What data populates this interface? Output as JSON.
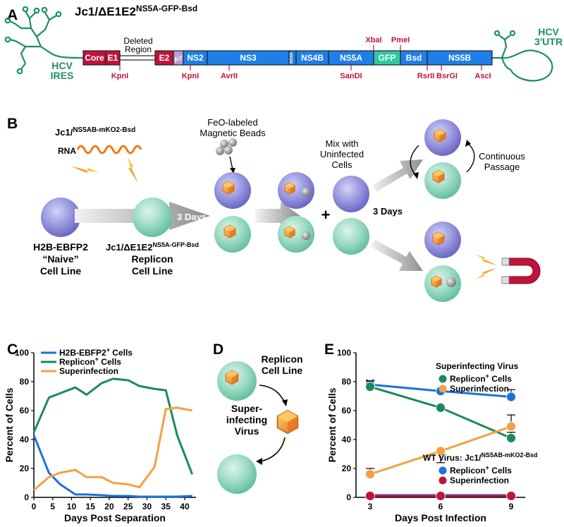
{
  "panel_a": {
    "letter": "A",
    "title": "Jc1/ΔE1E2",
    "title_sup": "NS5A-GFP-Bsd",
    "ires_1": "HCV",
    "ires_2": "IRES",
    "utr_1": "HCV",
    "utr_2": "3′UTR",
    "deleted_1": "Deleted",
    "deleted_2": "Region",
    "segments": [
      "Core",
      "E1",
      "E2",
      "p7",
      "NS2",
      "NS3",
      "NS4A",
      "NS4B",
      "NS5A",
      "GFP",
      "Bsd",
      "NS5B"
    ],
    "sites_top": [
      "XbaI",
      "PmeI"
    ],
    "sites_bottom": [
      "KpnI",
      "KpnI",
      "AvrII",
      "SanDI",
      "RsrII",
      "BsrGI",
      "AscI"
    ],
    "colors": {
      "structural": "#c0143c",
      "p7": "#b89ad8",
      "ns": "#1e7fe8",
      "gfp": "#30c8a0",
      "rna": "#1a9060",
      "site": "#c0143c"
    }
  },
  "panel_b": {
    "letter": "B",
    "rna_construct": "Jc1/",
    "rna_construct_sup": "NS5AB-mKO2-Bsd",
    "rna_label": "RNA",
    "beads_1": "FeO-labeled",
    "beads_2": "Magnetic Beads",
    "mix_1": "Mix with",
    "mix_2": "Uninfected",
    "mix_3": "Cells",
    "days_1": "3 Days",
    "days_2": "3 Days",
    "cont_1": "Continuous",
    "cont_2": "Passage",
    "plus": "+",
    "naive_1": "H2B-EBFP2",
    "naive_2": "“Naive”",
    "naive_3": "Cell Line",
    "rep_1": "Jc1/ΔE1E2",
    "rep_1_sup": "NS5A-GFP-Bsd",
    "rep_2": "Replicon",
    "rep_3": "Cell Line"
  },
  "panel_c": {
    "letter": "C",
    "chart_data": {
      "type": "line",
      "xlabel": "Days Post Separation",
      "ylabel": "Percent of Cells",
      "xlim": [
        0,
        43
      ],
      "ylim": [
        0,
        100
      ],
      "xticks": [
        "0",
        "5",
        "10",
        "15",
        "20",
        "25",
        "30",
        "35",
        "40"
      ],
      "yticks": [
        "0",
        "20",
        "40",
        "60",
        "80",
        "100"
      ],
      "legend_position": "top",
      "series": [
        {
          "name": "H2B-EBFP2",
          "name_sup": "+",
          "name_tail": " Cells",
          "color": "#1e6fe0",
          "x": [
            0,
            4,
            7,
            11,
            14,
            18,
            21,
            25,
            28,
            32,
            35,
            38,
            42
          ],
          "y": [
            43,
            17,
            9,
            2,
            2,
            1.5,
            1,
            1,
            0.5,
            0.5,
            0.5,
            0.5,
            1
          ]
        },
        {
          "name": "Replicon",
          "name_sup": "+",
          "name_tail": " Cells",
          "color": "#1a8a5c",
          "x": [
            0,
            4,
            7,
            11,
            14,
            18,
            21,
            25,
            28,
            32,
            35,
            38,
            42
          ],
          "y": [
            45,
            69,
            72,
            76,
            71,
            79,
            82,
            81,
            77,
            75,
            74,
            43,
            16
          ]
        },
        {
          "name": "Superinfection",
          "name_sup": "",
          "name_tail": "",
          "color": "#f5a045",
          "x": [
            0,
            4,
            7,
            11,
            14,
            18,
            21,
            25,
            28,
            32,
            35,
            38,
            42
          ],
          "y": [
            5,
            14,
            17,
            19,
            14,
            14,
            10,
            9,
            7,
            21,
            61,
            62,
            60
          ]
        }
      ]
    }
  },
  "panel_d": {
    "letter": "D",
    "rep_1": "Replicon",
    "rep_2": "Cell Line",
    "vir_1": "Super-",
    "vir_2": "infecting",
    "vir_3": "Virus"
  },
  "panel_e": {
    "letter": "E",
    "legend_group_1": "Superinfecting Virus",
    "legend_group_2": "WT Virus: Jc1/",
    "legend_group_2_sup": "NS5AB-mKO2-Bsd",
    "chart_data": {
      "type": "line",
      "xlabel": "Days Post Infection",
      "ylabel": "Percent of Cells",
      "xlim": [
        2.4,
        9.6
      ],
      "ylim": [
        0,
        100
      ],
      "xticks": [
        "3",
        "6",
        "9"
      ],
      "yticks": [
        "0",
        "20",
        "40",
        "60",
        "80",
        "100"
      ],
      "series": [
        {
          "name": "",
          "group": "H2B",
          "color": "#1e6fe0",
          "x": [
            3,
            6,
            9
          ],
          "y": [
            78,
            73.5,
            69.5
          ],
          "err": [
            3,
            1.5,
            5
          ]
        },
        {
          "name": "Replicon",
          "name_sup": "+",
          "name_tail": " Cells",
          "group": "superinfecting",
          "color": "#1a8a5c",
          "x": [
            3,
            6,
            9
          ],
          "y": [
            76.5,
            62,
            41
          ],
          "err": [
            4,
            0,
            4
          ]
        },
        {
          "name": "Superinfection",
          "name_sup": "",
          "name_tail": "",
          "group": "superinfecting",
          "color": "#f5a045",
          "x": [
            3,
            6,
            9
          ],
          "y": [
            16,
            32,
            49
          ],
          "err": [
            4,
            8,
            8
          ]
        },
        {
          "name": "Replicon",
          "name_sup": "+",
          "name_tail": " Cells",
          "group": "wt",
          "color": "#1e6fe0",
          "x": [
            3,
            6,
            9
          ],
          "y": [
            1.5,
            1.5,
            1.5
          ],
          "err": [
            0,
            0,
            0
          ]
        },
        {
          "name": "Superinfection",
          "name_sup": "",
          "name_tail": "",
          "group": "wt",
          "color": "#c0143c",
          "x": [
            3,
            6,
            9
          ],
          "y": [
            1,
            1,
            1
          ],
          "err": [
            0,
            0,
            0
          ]
        }
      ]
    }
  }
}
